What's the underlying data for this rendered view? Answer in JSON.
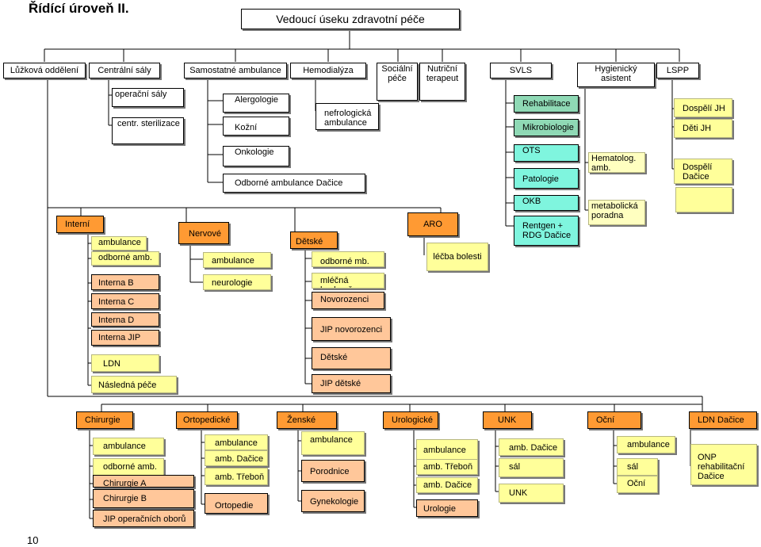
{
  "heading": "Řídící úroveň II.",
  "top_box": "Vedoucí úseku zdravotní péče",
  "departments": {
    "luzkova": "Lůžková oddělení",
    "centralni_saly": "Centrální  sály",
    "samostatne_ambulance": "Samostatné ambulance",
    "hemodialyza": "Hemodialýza",
    "socialni_pece": "Sociální péče",
    "nutricni": "Nutriční terapeut",
    "svls": "SVLS",
    "hygienicky": "Hygienický asistent",
    "lspp": "LSPP"
  },
  "centralni_saly": {
    "operacni": "operační sály",
    "sterilizace": "centr. sterilizace"
  },
  "samostatne": {
    "alergologie": "Alergologie",
    "kozni": "Kožní",
    "nefrologicka": "nefrologická ambulance",
    "onkologie": "Onkologie",
    "odborne_dacice": "Odborné ambulance Dačice"
  },
  "svls": {
    "rehabilitace": "Rehabilitace",
    "mikrobiologie": "Mikrobiologie",
    "ots": "OTS",
    "patologie": "Patologie",
    "hematolog": "Hematolog. amb.",
    "okb": "OKB",
    "rentgen": "Rentgen + RDG Dačice",
    "metabolicka": "metabolická poradna"
  },
  "lspp": {
    "dospeli_jh": "Dospělí JH",
    "deti_jh": "Děti JH",
    "dospeli_dacice": "Dospělí Dačice"
  },
  "interni": {
    "title": "Interní",
    "ambulance": "ambulance",
    "odborne": "odborné amb.",
    "items": [
      "Interna B",
      "Interna C",
      "Interna D",
      "Interna JIP",
      "LDN",
      "Následná péče"
    ]
  },
  "nervove": {
    "title": "Nervové",
    "ambulance": "ambulance",
    "neurologie": "neurologie"
  },
  "detske": {
    "title": "Dětské",
    "odborne": "odborné mb.",
    "items": [
      "mléčná kuchyně",
      "Novorozenci",
      "JIP novorozenci",
      "Dětské",
      "JIP dětské"
    ]
  },
  "aro": {
    "title": "ARO",
    "lecba": "léčba bolesti"
  },
  "bottom": {
    "chirurgie": {
      "title": "Chirurgie",
      "items": [
        "ambulance",
        "odborné amb.",
        "Chirurgie A",
        "Chirurgie B",
        "JIP operačních oborů"
      ]
    },
    "ortopedicke": {
      "title": "Ortopedické",
      "items": [
        "ambulance",
        "amb. Dačice",
        "amb. Třeboň",
        "Ortopedie"
      ]
    },
    "zenske": {
      "title": "Ženské",
      "items": [
        "ambulance",
        "Porodnice",
        "Gynekologie"
      ]
    },
    "urologicke": {
      "title": "Urologické",
      "items": [
        "ambulance",
        "amb. Třeboň",
        "amb. Dačice",
        "Urologie"
      ]
    },
    "unk": {
      "title": "UNK",
      "items": [
        "amb. Dačice",
        "sál",
        "UNK"
      ]
    },
    "ocni": {
      "title": "Oční",
      "items": [
        "ambulance",
        "sál",
        "Oční"
      ]
    },
    "ldn_dacice": {
      "title": "LDN   Dačice",
      "items": [
        "ONP rehabilitační Dačice"
      ]
    }
  },
  "page_number": "10"
}
